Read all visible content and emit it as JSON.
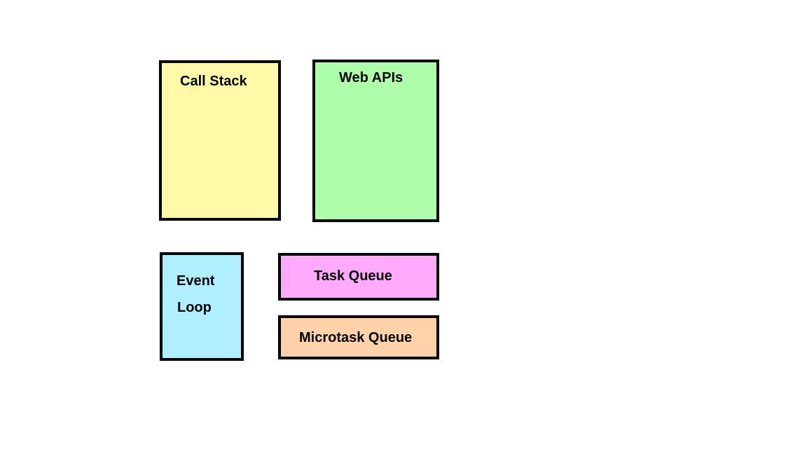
{
  "diagram": {
    "boxes": [
      {
        "id": "call-stack",
        "label": "Call Stack",
        "color": "#fff9a8"
      },
      {
        "id": "web-apis",
        "label": "Web APIs",
        "color": "#aeffaa"
      },
      {
        "id": "event-loop",
        "label_lines": [
          "Event",
          "Loop"
        ],
        "color": "#aeeeff"
      },
      {
        "id": "task-queue",
        "label": "Task Queue",
        "color": "#ffaafc"
      },
      {
        "id": "microtask-queue",
        "label": "Microtask Queue",
        "color": "#ffd2aa"
      }
    ]
  }
}
